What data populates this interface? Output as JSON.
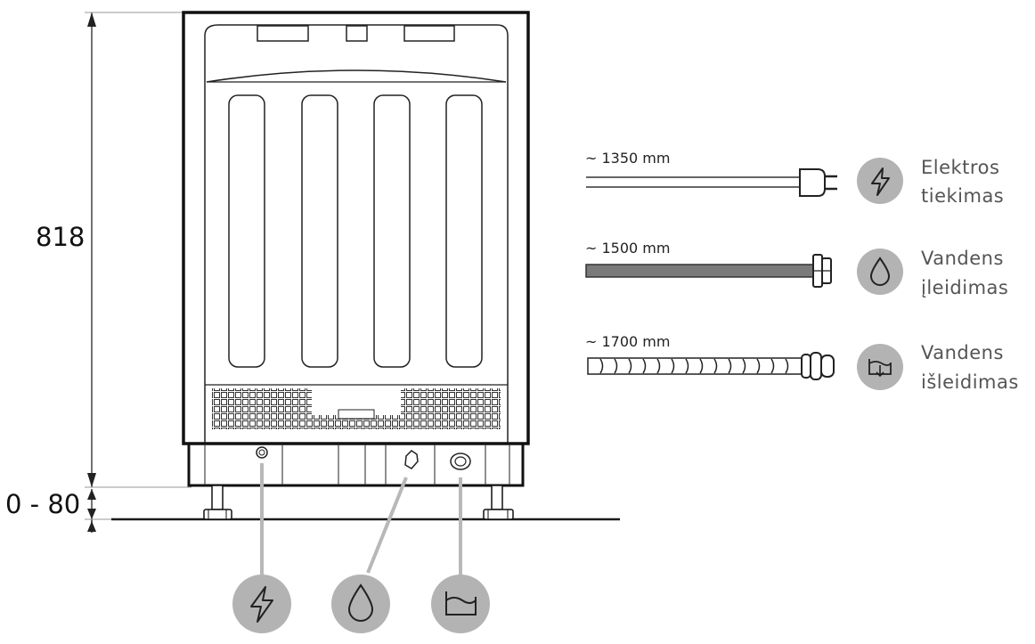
{
  "dimensions": {
    "height_label": "818",
    "leg_label": "0 - 80"
  },
  "connections": [
    {
      "length": "~ 1350 mm",
      "caption_line1": "Elektros",
      "caption_line2": "tiekimas",
      "icon": "lightning-icon"
    },
    {
      "length": "~ 1500 mm",
      "caption_line1": "Vandens",
      "caption_line2": "įleidimas",
      "icon": "water-drop-icon"
    },
    {
      "length": "~ 1700 mm",
      "caption_line1": "Vandens",
      "caption_line2": "išleidimas",
      "icon": "drain-icon"
    }
  ],
  "bottom_icons": [
    "lightning-icon",
    "water-drop-icon",
    "drain-icon"
  ],
  "colors": {
    "line": "#1a1a1a",
    "icon_bg": "#b3b3b3",
    "leader": "#b8b8b8",
    "caption": "#555555",
    "hose": "#7a7a7a"
  }
}
